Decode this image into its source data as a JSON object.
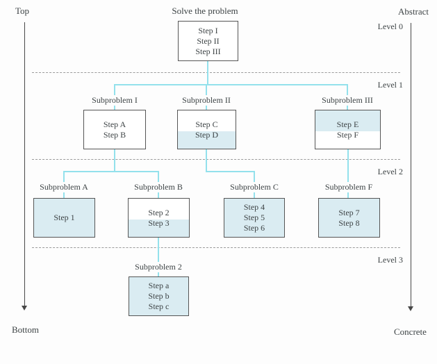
{
  "header": {
    "title": "Solve the problem",
    "top_label": "Top",
    "abstract_label": "Abstract",
    "bottom_label": "Bottom",
    "concrete_label": "Concrete"
  },
  "levels": [
    {
      "label": "Level 0"
    },
    {
      "label": "Level 1"
    },
    {
      "label": "Level 2"
    },
    {
      "label": "Level 3"
    }
  ],
  "nodes": {
    "root": {
      "label": "",
      "steps": [
        "Step I",
        "Step II",
        "Step III"
      ],
      "shade": "none",
      "level": 0
    },
    "sub1": {
      "label": "Subproblem I",
      "steps": [
        "Step A",
        "Step B"
      ],
      "shade": "none",
      "level": 1
    },
    "sub2": {
      "label": "Subproblem II",
      "steps": [
        "Step C",
        "Step D"
      ],
      "shade": "bottom",
      "level": 1
    },
    "sub3": {
      "label": "Subproblem III",
      "steps": [
        "Step E",
        "Step F"
      ],
      "shade": "top",
      "level": 1
    },
    "subA": {
      "label": "Subproblem A",
      "steps": [
        "Step 1"
      ],
      "shade": "full",
      "level": 2
    },
    "subB": {
      "label": "Subproblem B",
      "steps": [
        "Step 2",
        "Step 3"
      ],
      "shade": "bottom",
      "level": 2
    },
    "subC": {
      "label": "Subproblem C",
      "steps": [
        "Step 4",
        "Step 5",
        "Step 6"
      ],
      "shade": "full",
      "level": 2
    },
    "subF": {
      "label": "Subproblem F",
      "steps": [
        "Step 7",
        "Step 8"
      ],
      "shade": "full",
      "level": 2
    },
    "sub2b": {
      "label": "Subproblem 2",
      "steps": [
        "Step a",
        "Step b",
        "Step c"
      ],
      "shade": "full",
      "level": 3
    }
  },
  "edges": [
    {
      "from": "root",
      "to": "sub1"
    },
    {
      "from": "root",
      "to": "sub2"
    },
    {
      "from": "root",
      "to": "sub3"
    },
    {
      "from": "sub1",
      "to": "subA"
    },
    {
      "from": "sub1",
      "to": "subB"
    },
    {
      "from": "sub2",
      "to": "subC"
    },
    {
      "from": "sub3",
      "to": "subF"
    },
    {
      "from": "subB",
      "to": "sub2b"
    }
  ],
  "colors": {
    "shade": "#daecf2",
    "connector": "#93e1ec",
    "dashed_line": "#9a9a9a",
    "box_border": "#555555",
    "text": "#3d4345"
  }
}
